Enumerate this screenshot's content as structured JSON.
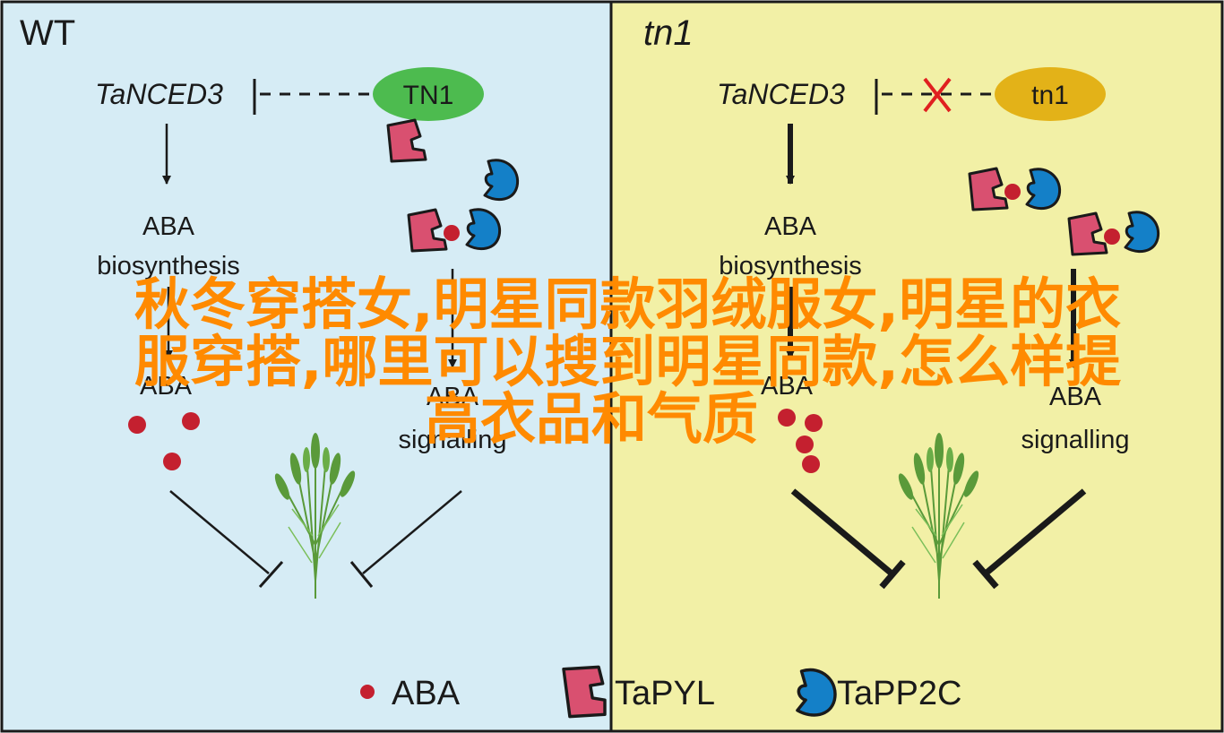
{
  "panels": {
    "left": {
      "title": "WT",
      "gene_label": "TaNCED3",
      "tf_label": "TN1",
      "tf_color": "#4dbb4f",
      "background": "#d6ecf5",
      "process1_line1": "ABA",
      "process1_line2": "biosynthesis",
      "process2_line1": "ABA",
      "process2_line2": "signalling"
    },
    "right": {
      "title": "tn1",
      "gene_label": "TaNCED3",
      "tf_label": "tn1",
      "tf_color": "#e3b218",
      "background": "#f2f0a6",
      "process1_line1": "ABA",
      "process1_line2": "biosynthesis",
      "process2_line1": "ABA",
      "process2_line2": "signalling"
    }
  },
  "legend": {
    "items": [
      {
        "label": "ABA",
        "icon": "red-dot-icon"
      },
      {
        "label": "TaPYL",
        "icon": "pink-receptor-icon"
      },
      {
        "label": "TaPP2C",
        "icon": "blue-phosphatase-icon"
      }
    ]
  },
  "colors": {
    "aba_dot": "#c4202f",
    "pyl": "#d95070",
    "pp2c": "#1480c8",
    "inhibit_mark": "#e02020",
    "plant": "#5a9a3a"
  },
  "overlay": {
    "line1": "秋冬穿搭女,明星同款羽绒服女,明星的衣",
    "line2": "服穿搭,哪里可以搜到明星同款,怎么样提",
    "line3": "高衣品和气质"
  }
}
